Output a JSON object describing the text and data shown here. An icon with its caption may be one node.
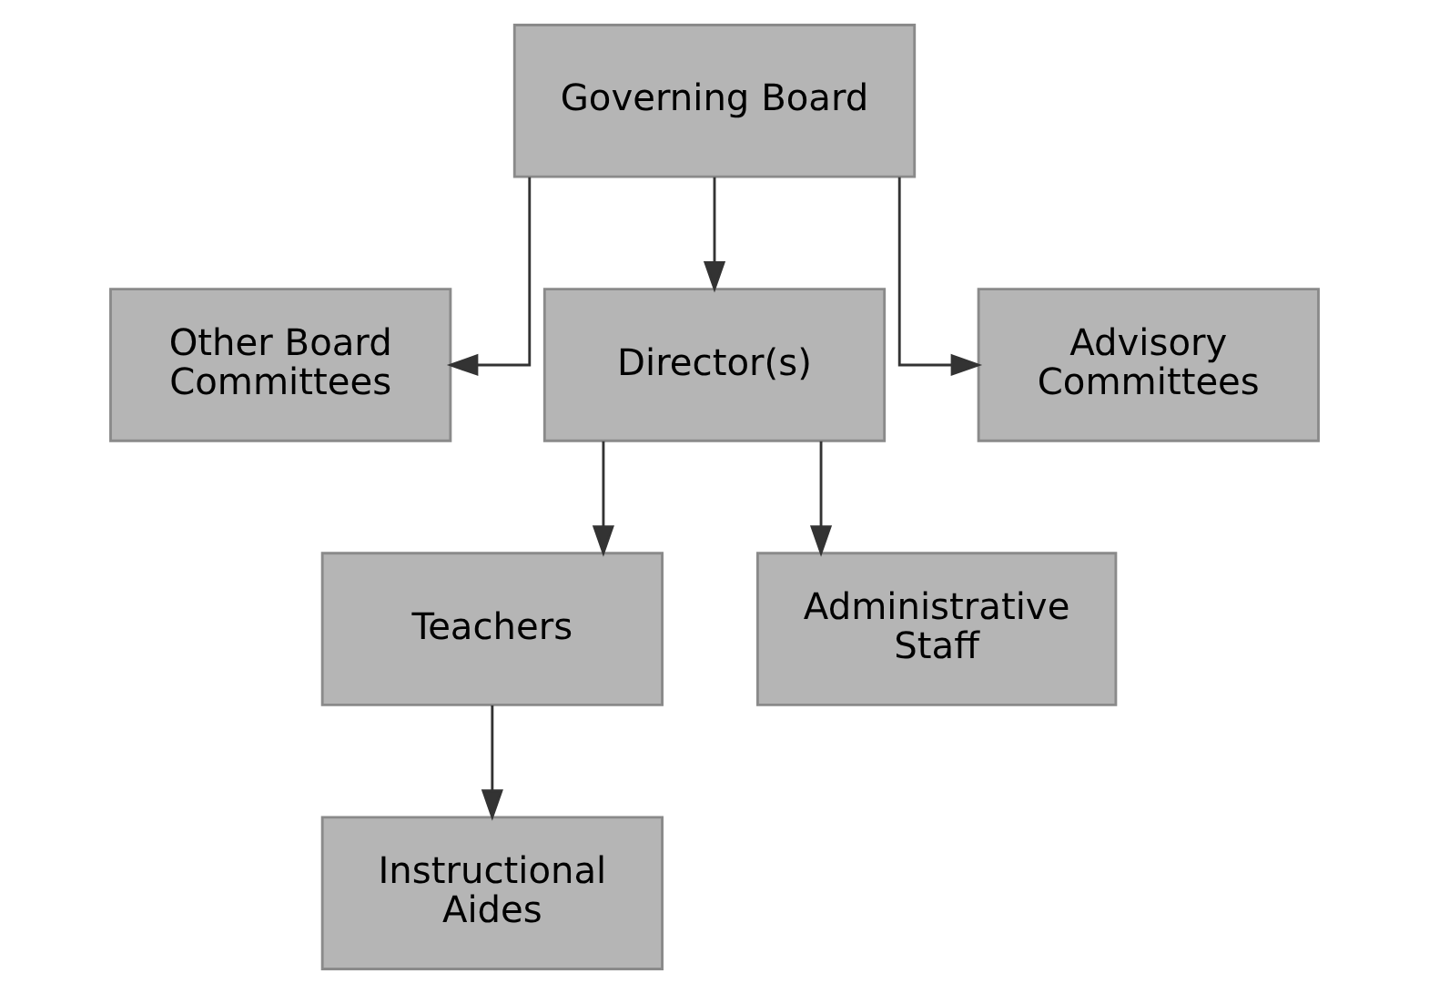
{
  "diagram": {
    "nodes": [
      {
        "text": [
          "Governing Board"
        ]
      },
      {
        "text": [
          "Other Board Committees"
        ]
      },
      {
        "text": [
          "Director(s)"
        ]
      },
      {
        "text": [
          "Advisory Committees"
        ]
      },
      {
        "text": [
          "Teachers"
        ]
      },
      {
        "text": [
          "Administrative Staff"
        ]
      },
      {
        "text": [
          "Instructional Aides"
        ]
      }
    ],
    "edges": [
      {
        "from": 0,
        "to": 1,
        "arrow": "to"
      },
      {
        "from": 0,
        "to": 2,
        "arrow": "to"
      },
      {
        "from": 0,
        "to": 3,
        "arrow": "to"
      },
      {
        "from": 2,
        "to": 4,
        "arrow": "to"
      },
      {
        "from": 2,
        "to": 5,
        "arrow": "to"
      },
      {
        "from": 4,
        "to": 6,
        "arrow": "to"
      }
    ]
  }
}
